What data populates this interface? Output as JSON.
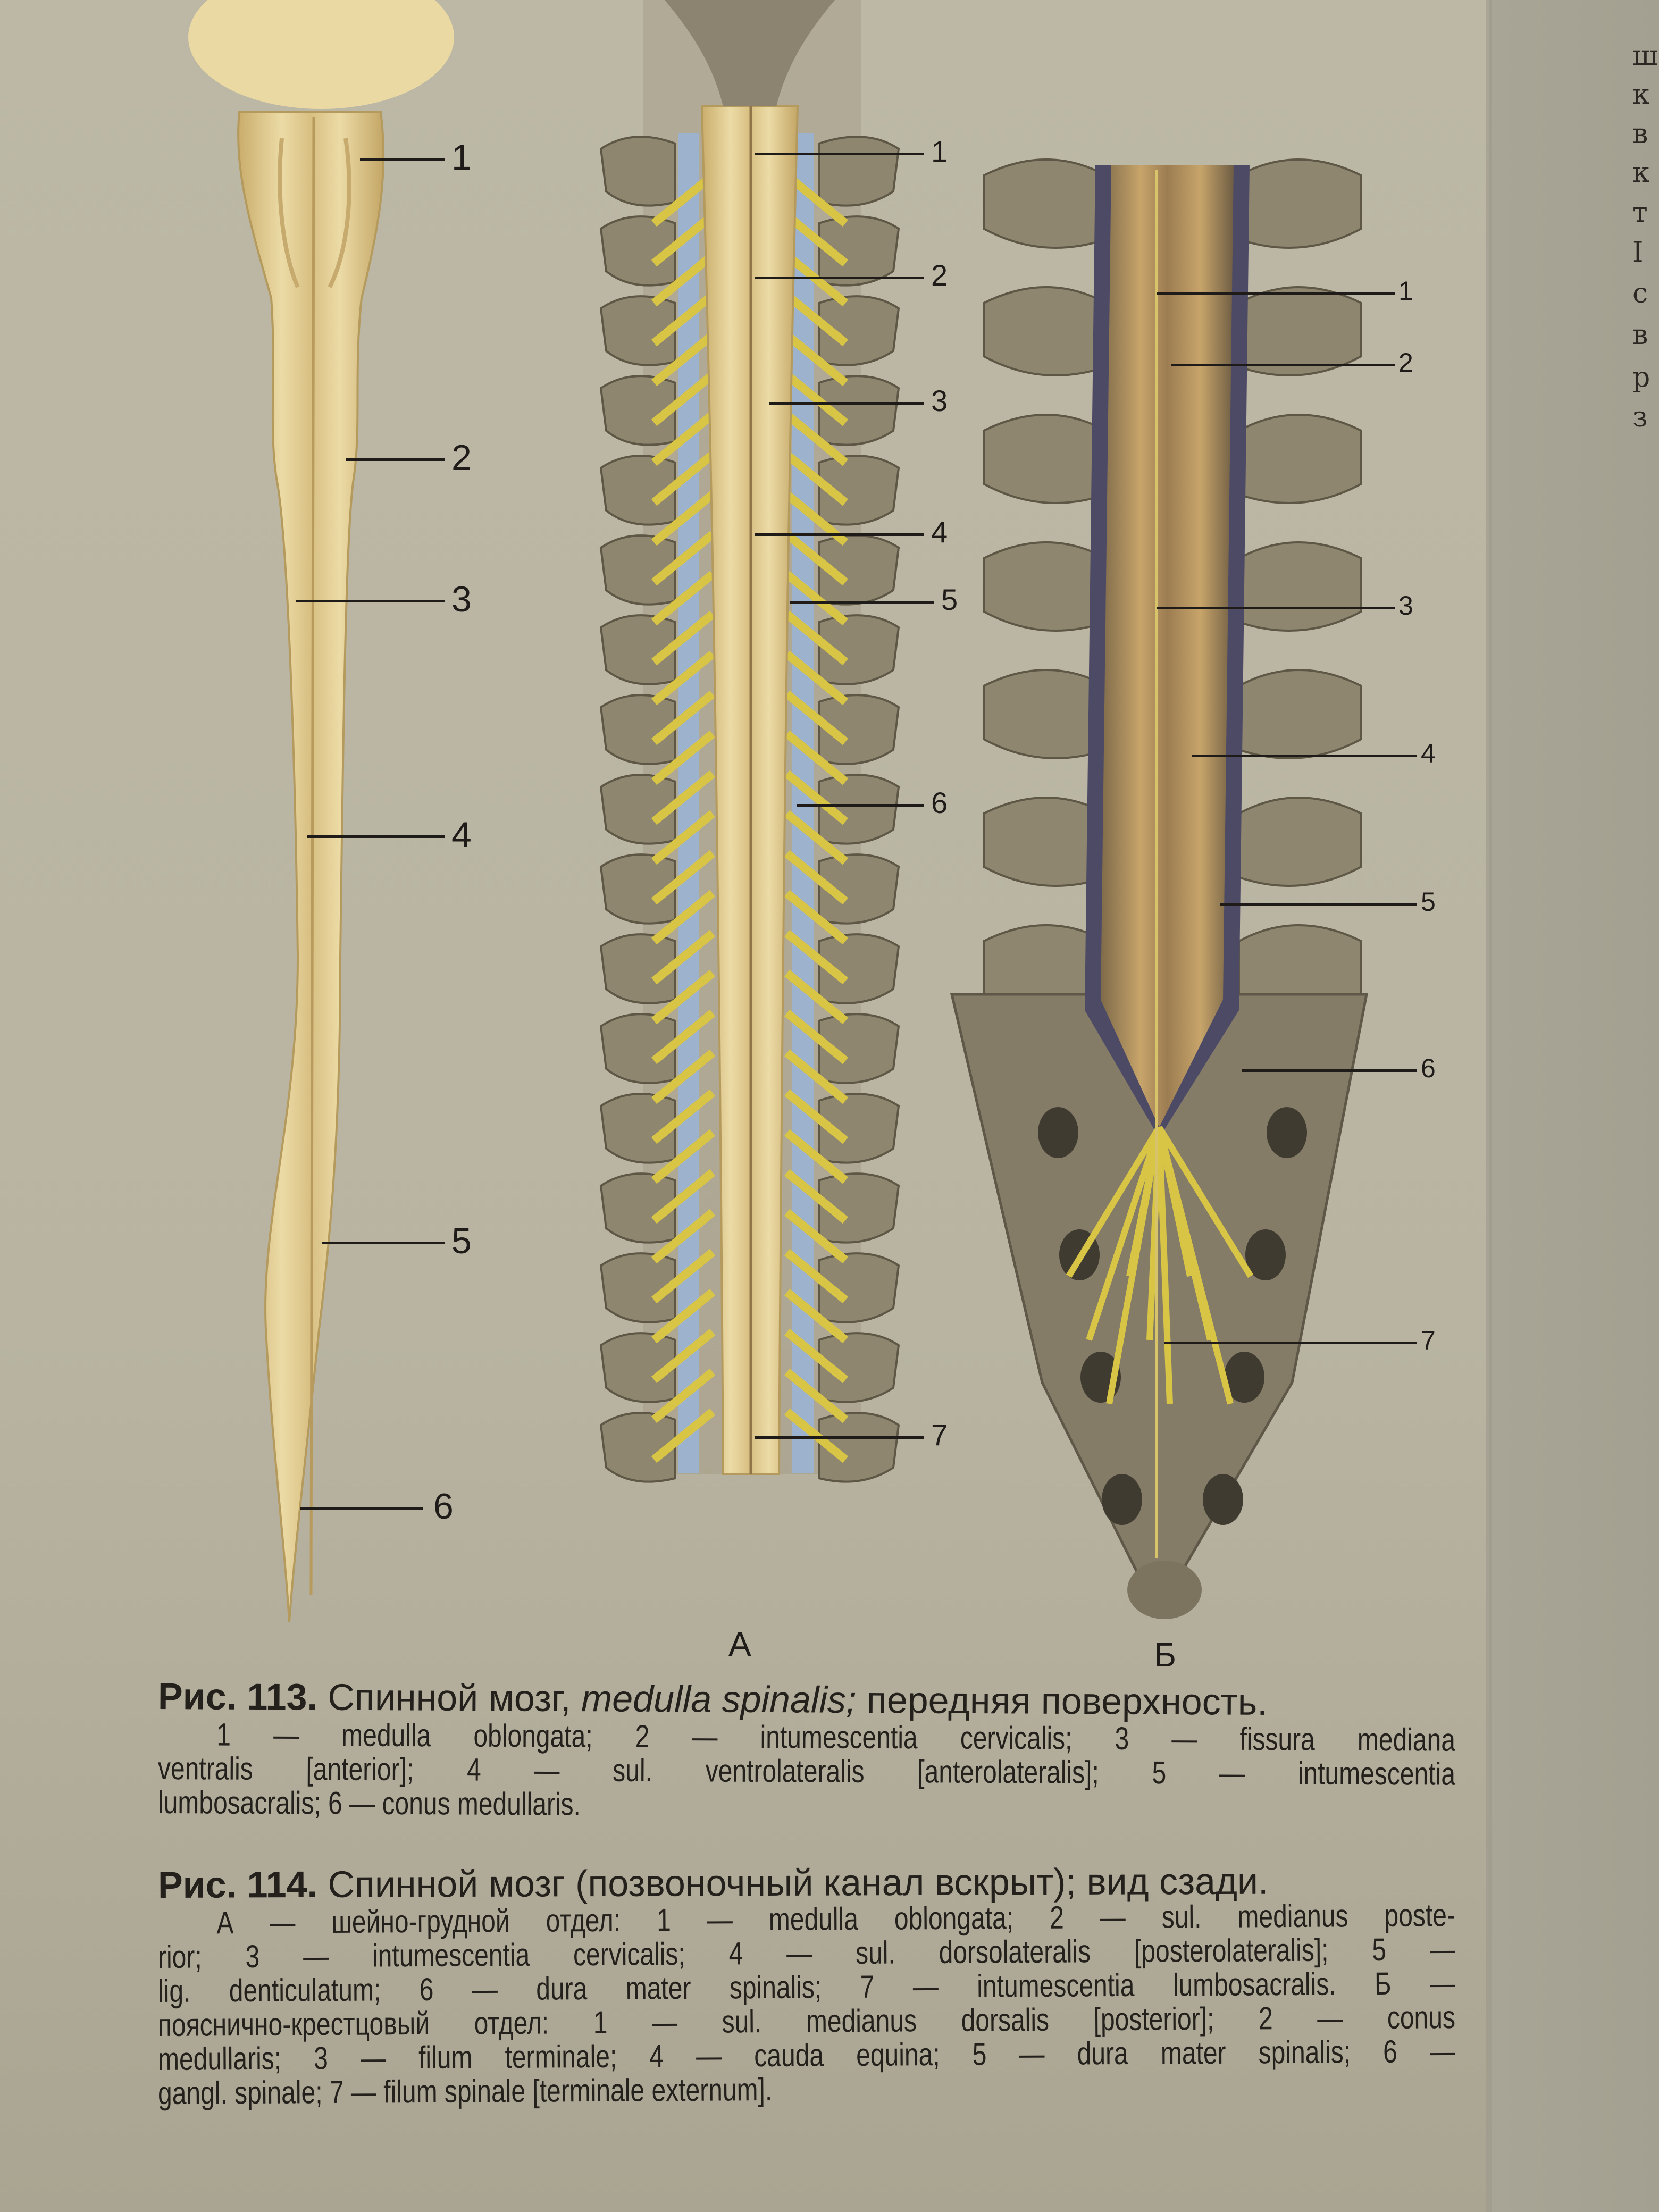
{
  "figure_113": {
    "labels": [
      "1",
      "2",
      "3",
      "4",
      "5",
      "6"
    ],
    "caption": {
      "prefix": "Рис. 113.",
      "title_plain": "Спинной мозг,",
      "title_italic": "medulla spinalis;",
      "title_rest": "передняя поверхность.",
      "lines": [
        "1 — medulla oblongata; 2 — intumescentia cervicalis; 3 — fissura mediana",
        "ventralis [anterior]; 4 — sul. ventrolateralis [anterolateralis]; 5 — intumescentia",
        "lumbosacralis; 6 — conus medullaris."
      ]
    }
  },
  "figure_114": {
    "panel_a": {
      "letter": "А",
      "labels": [
        "1",
        "2",
        "3",
        "4",
        "5",
        "6",
        "7"
      ]
    },
    "panel_b": {
      "letter": "Б",
      "labels": [
        "1",
        "2",
        "3",
        "4",
        "5",
        "6",
        "7"
      ]
    },
    "caption": {
      "prefix": "Рис. 114.",
      "title": "Спинной мозг (позвоночный канал вскрыт); вид сзади.",
      "lines": [
        "А — шейно-грудной отдел: 1 — medulla oblongata; 2 — sul. medianus poste-",
        "rior; 3 — intumescentia cervicalis; 4 — sul. dorsolateralis [posterolateralis]; 5 —",
        "lig. denticulatum; 6 — dura mater spinalis; 7 — intumescentia lumbosacralis. Б —",
        "пояснично-крестцовый отдел: 1 — sul. medianus dorsalis [posterior]; 2 — conus",
        "medullaris; 3 — filum terminale; 4 — cauda equina; 5 — dura mater spinalis; 6 —",
        "gangl. spinale; 7 — filum spinale [terminale externum]."
      ]
    }
  },
  "facing_page_margin": [
    "ш",
    "к",
    "в",
    "к",
    "т",
    "I",
    "с",
    "в",
    "р",
    "з"
  ],
  "colors": {
    "paper": "#bdb8a6",
    "cord": "#e3cf95",
    "bone": "#8e866f",
    "nerve": "#d9c545",
    "dura": "#8fa6c4"
  }
}
